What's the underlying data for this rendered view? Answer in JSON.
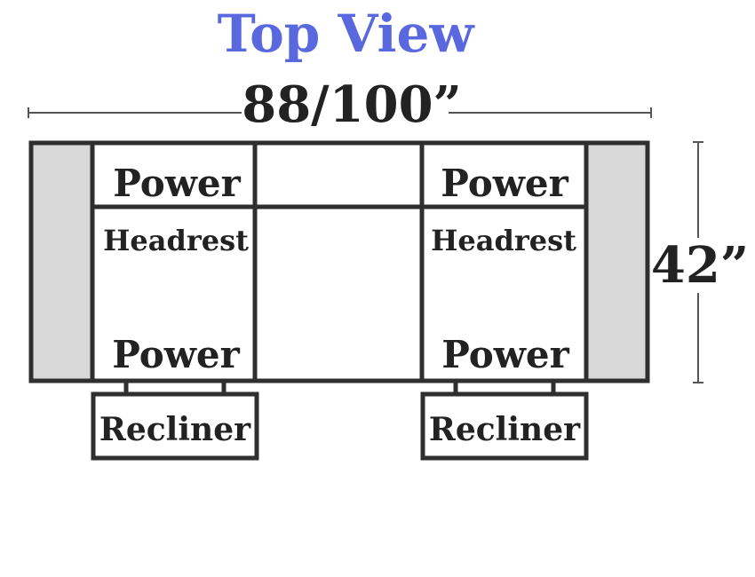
{
  "title": "Top View",
  "colors": {
    "title": "#5a68e0",
    "outline": "#2f2f2f",
    "arm_fill": "#d8d8d8",
    "dim_line": "#555555",
    "text": "#222222"
  },
  "dimensions": {
    "width": "88/100”",
    "depth": "42”"
  },
  "left_seat": {
    "top_label": "Power",
    "middle_label": "Headrest",
    "bottom_label": "Power",
    "footrest_label": "Recliner"
  },
  "right_seat": {
    "top_label": "Power",
    "middle_label": "Headrest",
    "bottom_label": "Power",
    "footrest_label": "Recliner"
  }
}
